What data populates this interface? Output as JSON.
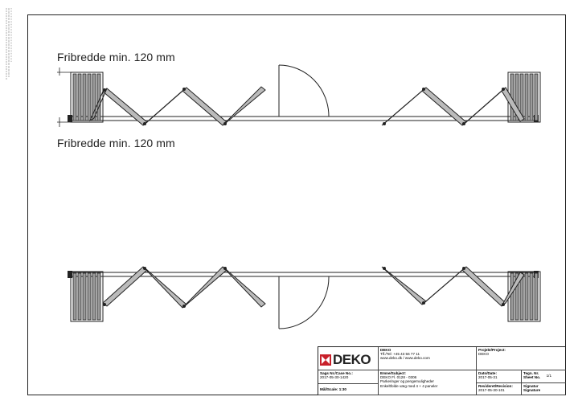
{
  "labels": {
    "clearance_top": "Fribredde min. 120 mm",
    "clearance_bottom": "Fribredde min. 120 mm"
  },
  "title_block": {
    "company": "DEKO",
    "contact_line1": "DEKO",
    "contact_line2": "Tlf./Tel: +45 43 56 77 11",
    "contact_line3": "www.deko.dk / www.deko.com",
    "project_header": "Projekt/Project:",
    "project_value": "DEKO",
    "case_header": "Sags Nr./Case No.:",
    "case_value": "2017-05-30-1420",
    "subject_header": "Emne/Subject:",
    "subject_line1": "DEKO Fl. 0128 - 0306",
    "subject_line2": "Parkeringer og pengemuligheder",
    "subject_line3": "Enkeltfolde væg med 4 + 4 paneler",
    "date_header": "Dato/Date:",
    "date_value": "2017-05-31",
    "drawing_no_header": "Tegn. Nr.",
    "sheet_no_header": "Sheet No.",
    "sheet_value": "1/1",
    "scale_header": "Mål/Scale: 1:30",
    "revision_header": "Revideret/Revision:",
    "revision_value": "2017-05-30-101",
    "signature_header1": "Signatur",
    "signature_header2": "Signature"
  },
  "colors": {
    "line": "#222222",
    "panel_gray": "#9a9a9a",
    "logo_red": "#c8202a"
  }
}
